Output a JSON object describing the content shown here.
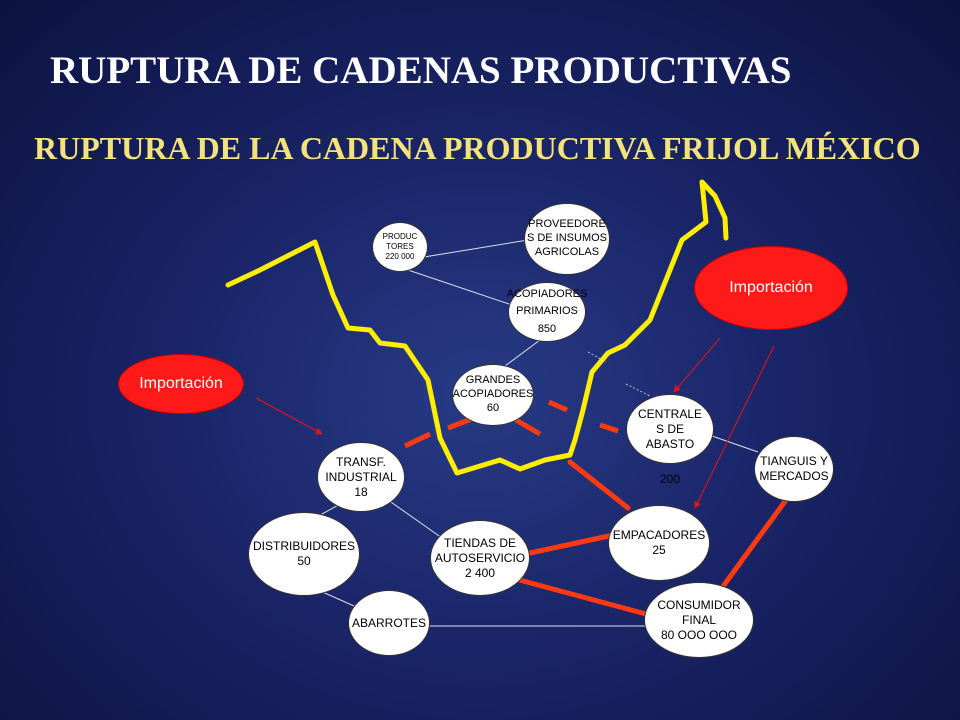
{
  "title": "RUPTURA DE CADENAS PRODUCTIVAS",
  "subtitle": "RUPTURA DE LA CADENA PRODUCTIVA  FRIJOL MÉXICO",
  "nodes": {
    "productores": "PRODUC\nTORES\n220 000",
    "proveedores": "PROVEEDORE\nS DE INSUMOS\nAGRICOLAS",
    "acopiadores_primarios": "ACOPIADORES\nPRIMARIOS\n850",
    "grandes_acopiadores": "GRANDES\nACOPIADORES\n60",
    "centrales_abasto": "CENTRALE\nS DE\nABASTO",
    "centrales_count": "200",
    "tianguis": "TIANGUIS  Y\nMERCADOS",
    "transf_industrial": "TRANSF.\nINDUSTRIAL\n18",
    "distribuidores": "DISTRIBUIDORES\n50",
    "tiendas": "TIENDAS DE\nAUTOSERVICIO\n2 400",
    "empacadores": "EMPACADORES\n25",
    "abarrotes": "ABARROTES",
    "consumidor": "CONSUMIDOR\nFINAL\n80 OOO OOO",
    "importacion_left": "Importación",
    "importacion_right": "Importación"
  },
  "colors": {
    "background": "#1a2568",
    "title": "#ffffff",
    "subtitle": "#f4e27a",
    "break_line": "#ffee00",
    "rupture": "#ff3a10",
    "import": "#ff1a1a",
    "arrow": "#ee1111"
  }
}
